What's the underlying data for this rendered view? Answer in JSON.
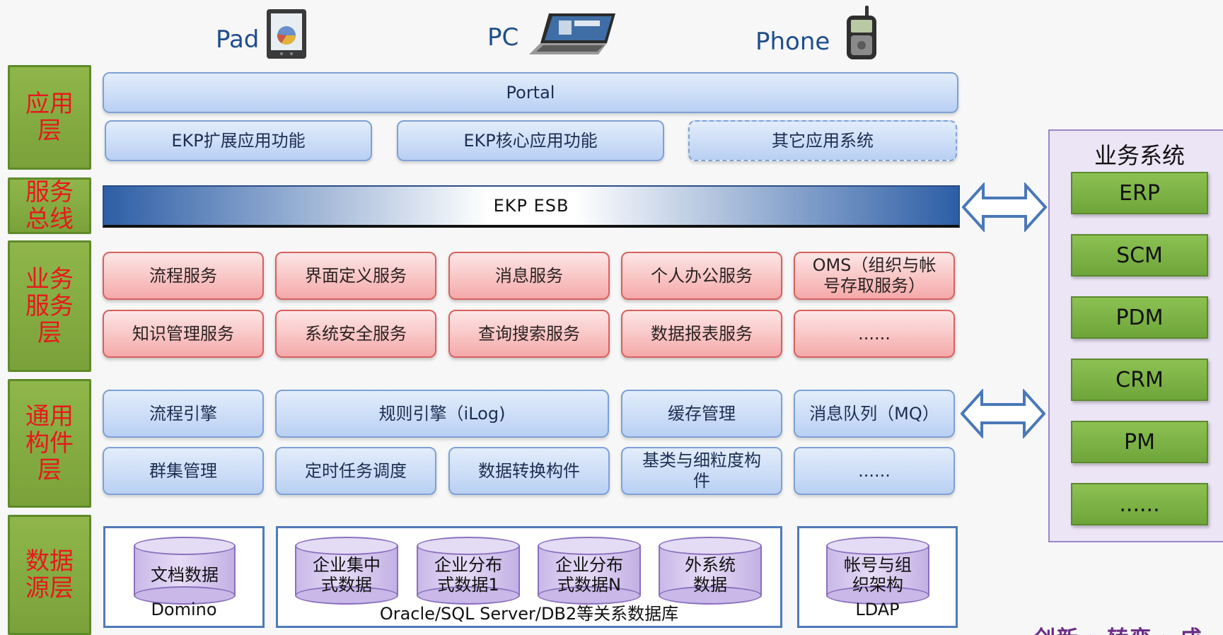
{
  "devices": [
    {
      "label": "Pad",
      "icon": "tablet-icon"
    },
    {
      "label": "PC",
      "icon": "laptop-icon"
    },
    {
      "label": "Phone",
      "icon": "phone-icon"
    }
  ],
  "layers": [
    "应用\n层",
    "服务\n总线",
    "业务\n服务\n层",
    "通用\n构件\n层",
    "数据\n源层"
  ],
  "app": {
    "portal": "Portal",
    "items": [
      "EKP扩展应用功能",
      "EKP核心应用功能",
      "其它应用系统"
    ]
  },
  "esb": {
    "label": "EKP  ESB"
  },
  "services": {
    "row1": [
      "流程服务",
      "界面定义服务",
      "消息服务",
      "个人办公服务",
      "OMS（组织与帐\n号存取服务）"
    ],
    "row2": [
      "知识管理服务",
      "系统安全服务",
      "查询搜索服务",
      "数据报表服务",
      "......"
    ]
  },
  "components": {
    "row1": [
      "流程引擎",
      "规则引擎（iLog)",
      "缓存管理",
      "消息队列（MQ）"
    ],
    "row2": [
      "群集管理",
      "定时任务调度",
      "数据转换构件",
      "基类与细粒度构\n件",
      "......"
    ]
  },
  "data_sources": {
    "domino": {
      "cylinders": [
        "文档数据"
      ],
      "caption": "Domino"
    },
    "rdbms": {
      "cylinders": [
        "企业集中\n式数据",
        "企业分布\n式数据1",
        "企业分布\n式数据N",
        "外系统\n数据"
      ],
      "caption": "Oracle/SQL Server/DB2等关系数据库"
    },
    "ldap": {
      "cylinders": [
        "帐号与组\n织架构"
      ],
      "caption": "LDAP"
    }
  },
  "business": {
    "title": "业务系统",
    "items": [
      "ERP",
      "SCM",
      "PDM",
      "CRM",
      "PM",
      "......"
    ]
  },
  "footer": {
    "text": "创新 › 转变 › 成"
  },
  "colors": {
    "layer_green": "#7aa23a",
    "layer_text_red": "#e8181c",
    "blue_box": "#b9d0f3",
    "red_box": "#f5a9a9",
    "purple_panel": "#ece5f6",
    "arrow_blue": "#4a78b8"
  }
}
